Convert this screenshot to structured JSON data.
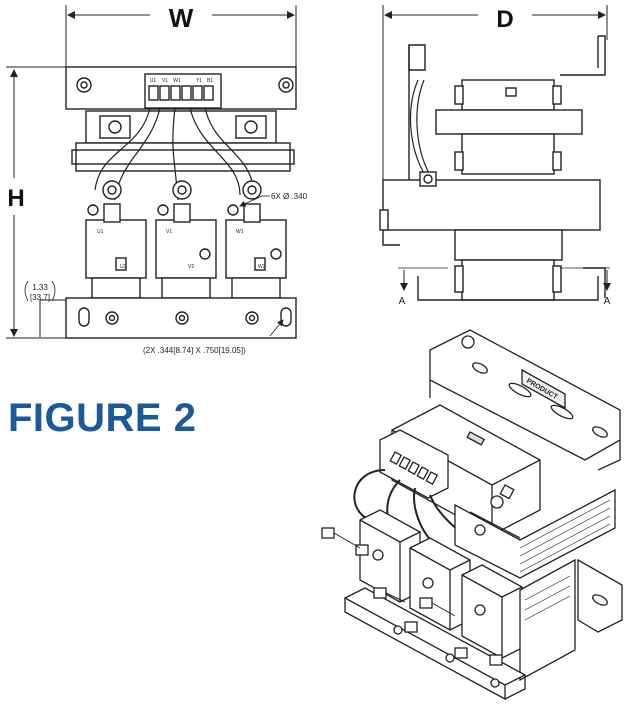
{
  "figure": {
    "title": "FIGURE 2",
    "title_color": "#1a5a9c"
  },
  "dimensions": {
    "width_label": "W",
    "depth_label": "D",
    "height_label": "H",
    "hole_callout": "6X Ø .340",
    "base_height_in": "1.33",
    "base_height_mm": "[33.7]",
    "slot_callout": "(2X .344[8.74] X .750[19.05])"
  },
  "section": {
    "left_label": "A",
    "right_label": "A"
  },
  "terminals": {
    "block_labels": [
      "U1",
      "V1",
      "W1",
      "",
      "Y1",
      "B1"
    ],
    "front_left": [
      "U1",
      "U2"
    ],
    "front_middle": [
      "V1",
      "V2"
    ],
    "front_right": [
      "W1",
      "W2"
    ]
  },
  "iso_view": {
    "plate_label": "PRODUCT"
  },
  "colors": {
    "line": "#222222",
    "fill": "#ffffff",
    "shade": "#e8e8e8"
  }
}
